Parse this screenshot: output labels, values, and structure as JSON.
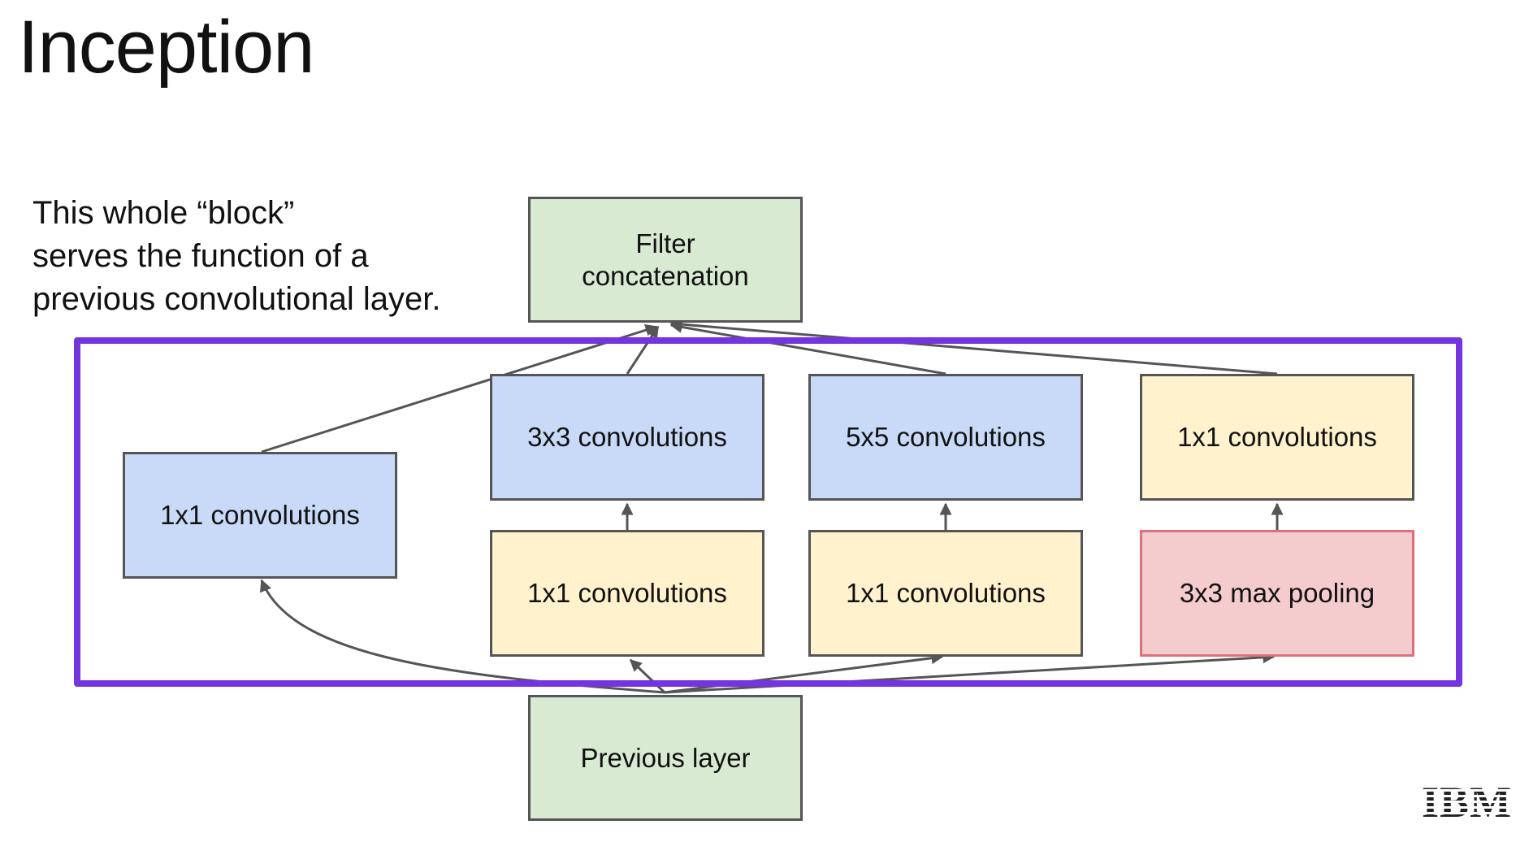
{
  "slide": {
    "title": "Inception",
    "caption_lines": [
      "This whole “block”",
      "serves the function of a",
      "previous convolutional layer."
    ],
    "logo_text": "IBM"
  },
  "diagram": {
    "nodes": {
      "filter_concat": {
        "lines": [
          "Filter",
          "concatenation"
        ],
        "fill": "#d9ead3"
      },
      "prev_layer": {
        "lines": [
          "Previous layer"
        ],
        "fill": "#d9ead3"
      },
      "left_1x1": {
        "lines": [
          "1x1 convolutions"
        ],
        "fill": "#c9daf8"
      },
      "conv_3x3": {
        "lines": [
          "3x3 convolutions"
        ],
        "fill": "#c9daf8"
      },
      "conv_5x5": {
        "lines": [
          "5x5 convolutions"
        ],
        "fill": "#c9daf8"
      },
      "reduce_3x3": {
        "lines": [
          "1x1 convolutions"
        ],
        "fill": "#fff2cc"
      },
      "reduce_5x5": {
        "lines": [
          "1x1 convolutions"
        ],
        "fill": "#fff2cc"
      },
      "pool_proj": {
        "lines": [
          "1x1 convolutions"
        ],
        "fill": "#fff2cc"
      },
      "max_pool": {
        "lines": [
          "3x3 max pooling"
        ],
        "fill": "#f4ccce"
      }
    },
    "edges": [
      {
        "from": "prev_layer",
        "to": "left_1x1"
      },
      {
        "from": "prev_layer",
        "to": "reduce_3x3"
      },
      {
        "from": "prev_layer",
        "to": "reduce_5x5"
      },
      {
        "from": "prev_layer",
        "to": "max_pool"
      },
      {
        "from": "reduce_3x3",
        "to": "conv_3x3"
      },
      {
        "from": "reduce_5x5",
        "to": "conv_5x5"
      },
      {
        "from": "max_pool",
        "to": "pool_proj"
      },
      {
        "from": "left_1x1",
        "to": "filter_concat"
      },
      {
        "from": "conv_3x3",
        "to": "filter_concat"
      },
      {
        "from": "conv_5x5",
        "to": "filter_concat"
      },
      {
        "from": "pool_proj",
        "to": "filter_concat"
      }
    ],
    "colors": {
      "block_frame": "#7434e0",
      "wire": "#555555",
      "pooling_border": "#e06f79"
    }
  }
}
